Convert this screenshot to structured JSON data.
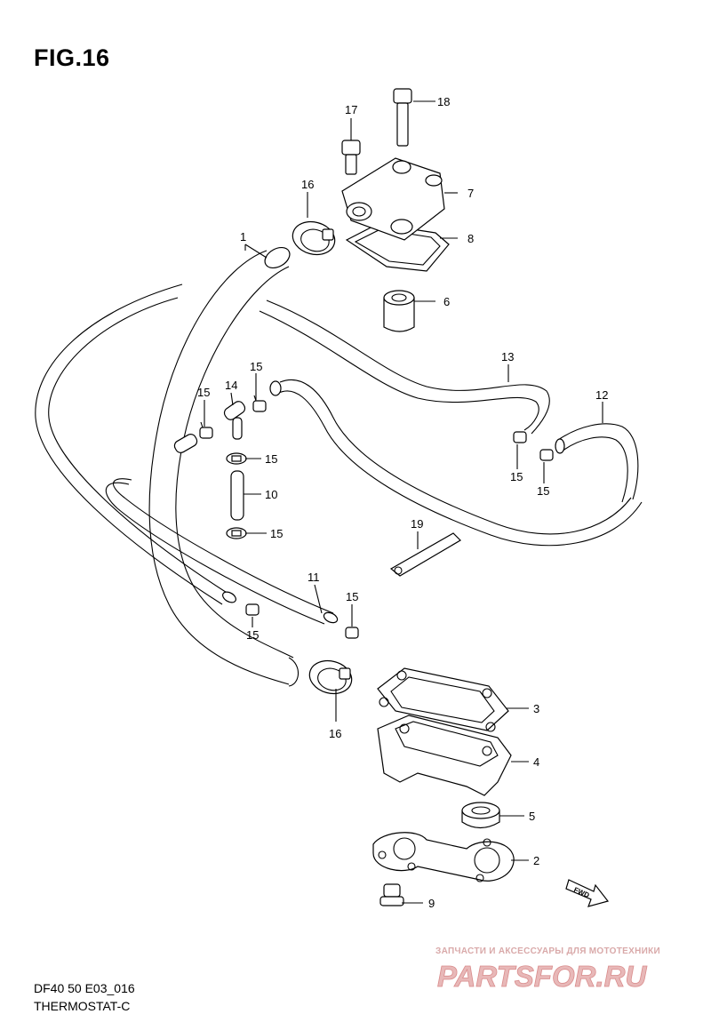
{
  "figure": {
    "title": "FIG.16",
    "model_code": "DF40 50 E03_016",
    "diagram_name": "THERMOSTAT-C"
  },
  "callouts": [
    "1",
    "2",
    "3",
    "4",
    "5",
    "6",
    "7",
    "8",
    "9",
    "10",
    "11",
    "12",
    "13",
    "14",
    "15",
    "16",
    "17",
    "18",
    "19"
  ],
  "labels": {
    "p1": "1",
    "p2": "2",
    "p3": "3",
    "p4": "4",
    "p5": "5",
    "p6": "6",
    "p7": "7",
    "p8": "8",
    "p9": "9",
    "p10": "10",
    "p11": "11",
    "p12": "12",
    "p13": "13",
    "p14": "14",
    "p15": "15",
    "p16": "16",
    "p17": "17",
    "p18": "18",
    "p19": "19"
  },
  "fwd_label": "FWD",
  "watermark": {
    "slogan": "ЗАПЧАСТИ И АКСЕССУАРЫ ДЛЯ МОТОТЕХНИКИ",
    "logo_text": "PARTSFOR.RU",
    "color": "#d98c8c"
  }
}
